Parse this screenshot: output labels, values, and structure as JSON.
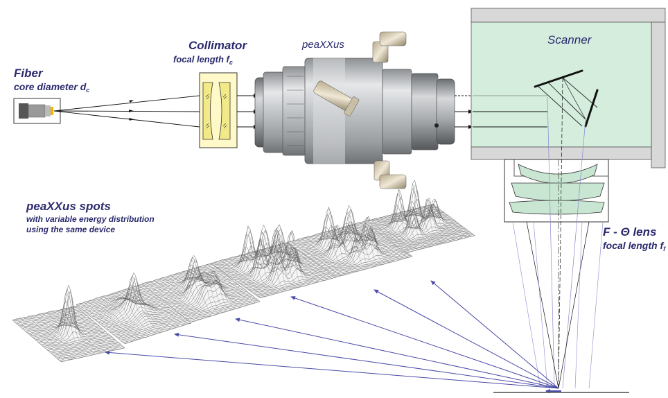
{
  "labels": {
    "fiber_title": "Fiber",
    "fiber_sub": "core diameter d",
    "fiber_sub_index": "c",
    "collimator_title": "Collimator",
    "collimator_sub": "focal length  f",
    "collimator_sub_index": "c",
    "device_name": "peaXXus",
    "scanner_title": "Scanner",
    "lens_title": "F - Θ lens",
    "lens_sub": "focal length  f",
    "lens_sub_index": "f",
    "spots_title": "peaXXus spots",
    "spots_line1": "with variable energy distribution",
    "spots_line2": "using the same device"
  },
  "colors": {
    "label_text": "#2a2a6e",
    "scanner_fill": "#d4eddd",
    "lens_element_fill": "#c8e6d2",
    "collimator_fill": "#fff8c8",
    "collimator_lens_fill": "#f2ea88",
    "arrow_blue": "#4a4aa8",
    "frame_gray": "#d8d8d8"
  },
  "spot_profiles": [
    "single-peak",
    "central-peak-with-ring",
    "peak-cluster",
    "multi-peak-array",
    "multi-peak-ring",
    "multi-peak-ring-wide"
  ]
}
